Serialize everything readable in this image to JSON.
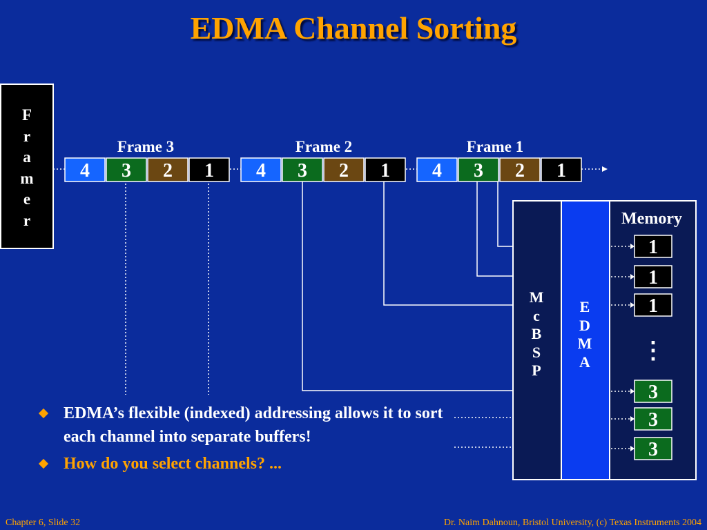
{
  "title": "EDMA Channel Sorting",
  "framer": {
    "label": "F\nr\na\nm\ne\nr"
  },
  "frames": [
    {
      "label": "Frame 3",
      "channels": [
        "4",
        "3",
        "2",
        "1"
      ]
    },
    {
      "label": "Frame 2",
      "channels": [
        "4",
        "3",
        "2",
        "1"
      ]
    },
    {
      "label": "Frame 1",
      "channels": [
        "4",
        "3",
        "2",
        "1"
      ]
    }
  ],
  "mcbsp": {
    "label": "M\nc\nB\nS\nP"
  },
  "edma": {
    "label": "E\nD\nM\nA"
  },
  "memory": {
    "label": "Memory",
    "buffers": [
      "1",
      "1",
      "1",
      "3",
      "3",
      "3"
    ],
    "ellipsis": "⋮"
  },
  "bullets": [
    "EDMA’s flexible (indexed) addressing allows it to sort each channel into separate buffers!",
    "How do you select channels? ..."
  ],
  "footer": {
    "left": "Chapter 6, Slide 32",
    "right": "Dr. Naim Dahnoun, Bristol University,  (c) Texas Instruments 2004"
  },
  "colors": {
    "background": "#0b2c9c",
    "title": "#ffa300",
    "ch4": "#1565ff",
    "ch3": "#0b6b1e",
    "ch2": "#6b4712",
    "ch1": "#000000",
    "mcbsp": "#0a1a55",
    "edma": "#0a3cf0",
    "memory_panel": "#0a1a55"
  }
}
